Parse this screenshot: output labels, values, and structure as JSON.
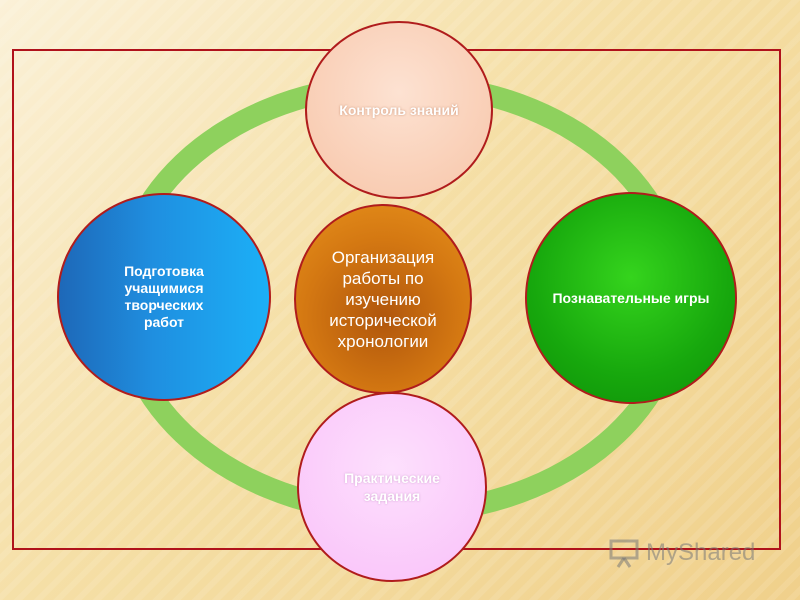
{
  "diagram": {
    "center": "Организация работы по изучению исторической хронологии",
    "top": "Контроль знаний",
    "right": "Познавательные игры",
    "bottom": "Практические задания",
    "left": "Подготовка учащимися творческих работ"
  },
  "watermark": "MyShared",
  "colors": {
    "frame": "#b0121b",
    "ring": "#8ed15d",
    "center": "#d47812",
    "top": "#f7c5a8",
    "right": "#17a80d",
    "bottom": "#f9c0f9",
    "left": "#1f8fe0"
  }
}
